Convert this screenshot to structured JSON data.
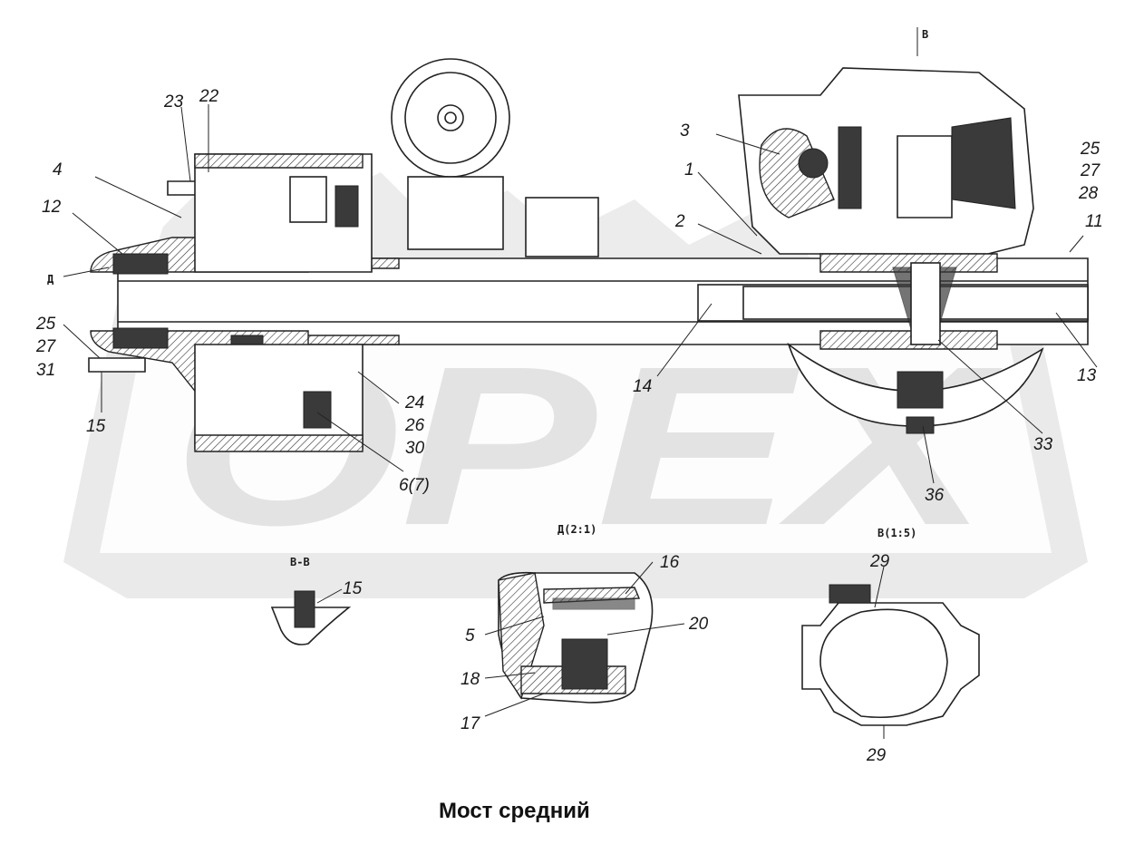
{
  "diagram": {
    "caption": "Мост средний",
    "section_labels": {
      "d": "Д",
      "b": "В",
      "view_d": "Д(2:1)",
      "view_b": "В(1:5)",
      "section_bb": "В-В"
    },
    "callouts": {
      "c1": "1",
      "c2": "2",
      "c3": "3",
      "c4": "4",
      "c5": "5",
      "c6": "6(7)",
      "c11": "11",
      "c12": "12",
      "c13": "13",
      "c14": "14",
      "c15a": "15",
      "c15b": "15",
      "c16": "16",
      "c17": "17",
      "c18": "18",
      "c20": "20",
      "c22": "22",
      "c23": "23",
      "c24": "24",
      "c25a": "25",
      "c25b": "25",
      "c26": "26",
      "c27a": "27",
      "c27b": "27",
      "c28": "28",
      "c29a": "29",
      "c29b": "29",
      "c30": "30",
      "c31": "31",
      "c33": "33",
      "c36": "36"
    },
    "watermark": "ОРЕХ"
  }
}
